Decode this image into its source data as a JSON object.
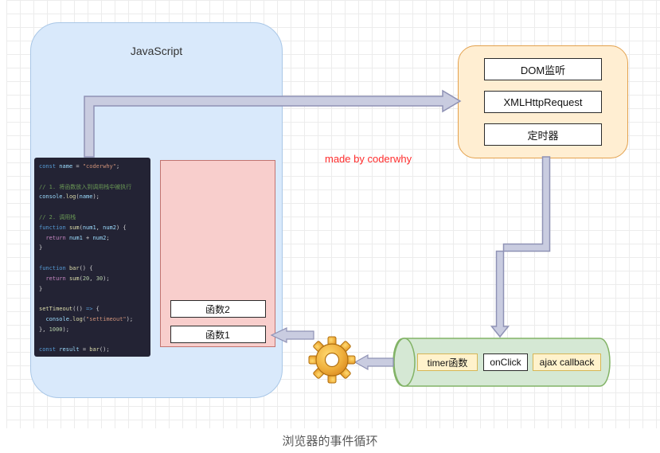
{
  "diagram": {
    "caption": "浏览器的事件循环",
    "watermark": "made by coderwhy",
    "js_container": {
      "title": "JavaScript"
    },
    "web_api": {
      "items": [
        "DOM监听",
        "XMLHttpRequest",
        "定时器"
      ]
    },
    "call_stack": {
      "frames": [
        "函数2",
        "函数1"
      ]
    },
    "task_queue": {
      "items": [
        {
          "label": "timer函数",
          "variant": "yellow"
        },
        {
          "label": "onClick",
          "variant": "white"
        },
        {
          "label": "ajax callback",
          "variant": "yellow"
        }
      ]
    },
    "icons": {
      "gear": "gear-icon"
    },
    "colors": {
      "js_container_fill": "#d9e9fb",
      "js_container_stroke": "#a9c7e7",
      "call_stack_fill": "#f8cecc",
      "call_stack_stroke": "#c27470",
      "web_api_fill": "#ffeed2",
      "web_api_stroke": "#e3a14d",
      "queue_fill": "#d5e8d4",
      "queue_stroke": "#82b366",
      "queue_item_yellow": "#fff2cc",
      "arrow_fill": "#c9cce0",
      "arrow_stroke": "#8f92b5",
      "gear_gold": "#e8a33d",
      "watermark_red": "#ff2d2d",
      "editor_bg": "#232334"
    }
  },
  "code": {
    "lines": [
      [
        {
          "s": "const ",
          "c": "kw"
        },
        {
          "s": "name ",
          "c": "var"
        },
        {
          "s": "= ",
          "c": "pln"
        },
        {
          "s": "\"coderwhy\"",
          "c": "str"
        },
        {
          "s": ";",
          "c": "pln"
        }
      ],
      [],
      [
        {
          "s": "// 1. 将函数放入到调用栈中被执行",
          "c": "cmt"
        }
      ],
      [
        {
          "s": "console",
          "c": "var"
        },
        {
          "s": ".",
          "c": "pln"
        },
        {
          "s": "log",
          "c": "fn"
        },
        {
          "s": "(",
          "c": "pln"
        },
        {
          "s": "name",
          "c": "var"
        },
        {
          "s": ");",
          "c": "pln"
        }
      ],
      [],
      [
        {
          "s": "// 2. 调用栈",
          "c": "cmt"
        }
      ],
      [
        {
          "s": "function ",
          "c": "kw"
        },
        {
          "s": "sum",
          "c": "fn"
        },
        {
          "s": "(",
          "c": "pln"
        },
        {
          "s": "num1",
          "c": "var"
        },
        {
          "s": ", ",
          "c": "pln"
        },
        {
          "s": "num2",
          "c": "var"
        },
        {
          "s": ") {",
          "c": "pln"
        }
      ],
      [
        {
          "s": "  ",
          "c": "pln"
        },
        {
          "s": "return ",
          "c": "ctrl"
        },
        {
          "s": "num1 ",
          "c": "var"
        },
        {
          "s": "+ ",
          "c": "pln"
        },
        {
          "s": "num2",
          "c": "var"
        },
        {
          "s": ";",
          "c": "pln"
        }
      ],
      [
        {
          "s": "}",
          "c": "pln"
        }
      ],
      [],
      [
        {
          "s": "function ",
          "c": "kw"
        },
        {
          "s": "bar",
          "c": "fn"
        },
        {
          "s": "() {",
          "c": "pln"
        }
      ],
      [
        {
          "s": "  ",
          "c": "pln"
        },
        {
          "s": "return ",
          "c": "ctrl"
        },
        {
          "s": "sum",
          "c": "fn"
        },
        {
          "s": "(",
          "c": "pln"
        },
        {
          "s": "20",
          "c": "num"
        },
        {
          "s": ", ",
          "c": "pln"
        },
        {
          "s": "30",
          "c": "num"
        },
        {
          "s": ");",
          "c": "pln"
        }
      ],
      [
        {
          "s": "}",
          "c": "pln"
        }
      ],
      [],
      [
        {
          "s": "setTimeout",
          "c": "fn"
        },
        {
          "s": "(() ",
          "c": "pln"
        },
        {
          "s": "=> ",
          "c": "kw"
        },
        {
          "s": "{",
          "c": "pln"
        }
      ],
      [
        {
          "s": "  ",
          "c": "pln"
        },
        {
          "s": "console",
          "c": "var"
        },
        {
          "s": ".",
          "c": "pln"
        },
        {
          "s": "log",
          "c": "fn"
        },
        {
          "s": "(",
          "c": "pln"
        },
        {
          "s": "\"settimeout\"",
          "c": "str"
        },
        {
          "s": ");",
          "c": "pln"
        }
      ],
      [
        {
          "s": "}, ",
          "c": "pln"
        },
        {
          "s": "1000",
          "c": "num"
        },
        {
          "s": ");",
          "c": "pln"
        }
      ],
      [],
      [
        {
          "s": "const ",
          "c": "kw"
        },
        {
          "s": "result ",
          "c": "var"
        },
        {
          "s": "= ",
          "c": "pln"
        },
        {
          "s": "bar",
          "c": "fn"
        },
        {
          "s": "();",
          "c": "pln"
        }
      ]
    ]
  }
}
